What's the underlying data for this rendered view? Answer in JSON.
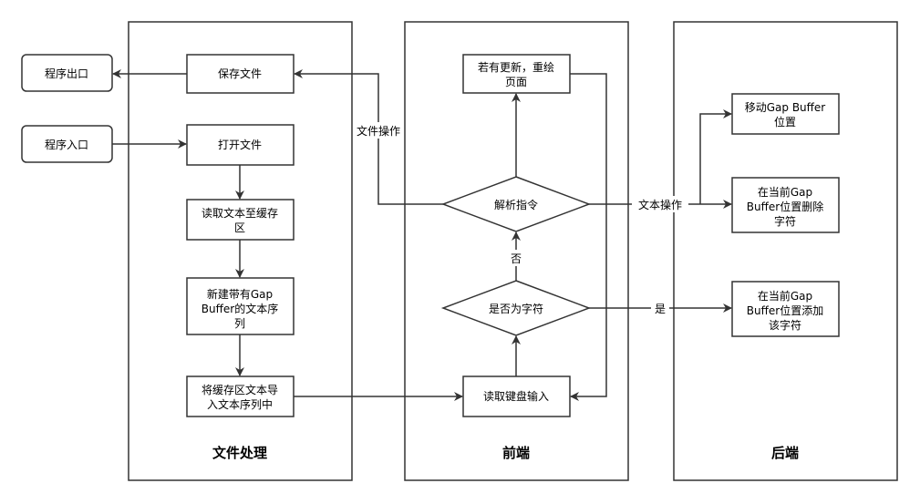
{
  "lanes": {
    "file": "文件处理",
    "frontend": "前端",
    "backend": "后端"
  },
  "nodes": {
    "program_exit": "程序出口",
    "program_entry": "程序入口",
    "save_file": "保存文件",
    "open_file": "打开文件",
    "read_text_line1": "读取文本至缓存",
    "read_text_line2": "区",
    "new_seq_line1": "新建带有Gap",
    "new_seq_line2": "Buffer的文本序",
    "new_seq_line3": "列",
    "import_line1": "将缓存区文本导",
    "import_line2": "入文本序列中",
    "redraw_line1": "若有更新，重绘",
    "redraw_line2": "页面",
    "parse_cmd": "解析指令",
    "is_char": "是否为字符",
    "read_keyboard": "读取键盘输入",
    "move_gap_line1": "移动Gap Buffer",
    "move_gap_line2": "位置",
    "delete_char_line1": "在当前Gap",
    "delete_char_line2": "Buffer位置删除",
    "delete_char_line3": "字符",
    "add_char_line1": "在当前Gap",
    "add_char_line2": "Buffer位置添加",
    "add_char_line3": "该字符"
  },
  "edges": {
    "file_op": "文件操作",
    "text_op": "文本操作",
    "no": "否",
    "yes": "是"
  }
}
